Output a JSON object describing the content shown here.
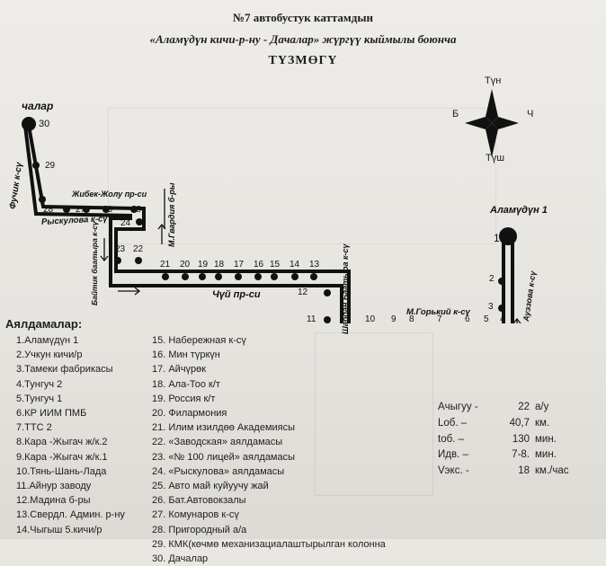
{
  "header": {
    "line1": "№7 автобустук каттамдын",
    "line2_route": "«Аламүдүн кичи-р-ну - Дачалар»",
    "line2_rest": "жүргүү кыймылы боюнча",
    "line3": "ТҮЗМӨГҮ"
  },
  "compass": {
    "north": "Түн",
    "south": "Түш",
    "west": "Б",
    "east": "Ч"
  },
  "map": {
    "terminal_start": "Аламүдүн 1",
    "terminal_end": "чалар",
    "streets": {
      "fuchik": "Фучик к-сү",
      "zhibek": "Жибек-Жолу пр-си",
      "ryskulova": "Рыскулова к-сү",
      "gvardii": "М.Гвардия б-ры",
      "baitik": "Байтик баатыра к-сү",
      "chui": "Чүй пр-си",
      "shabdan": "Шабдан Баатыра к-сү",
      "gorky": "М.Горький к-сү",
      "auezova": "Ауэзова к-сү"
    },
    "stop_numbers": [
      "1",
      "2",
      "3",
      "4",
      "5",
      "6",
      "7",
      "8",
      "9",
      "10",
      "11",
      "12",
      "13",
      "14",
      "15",
      "16",
      "17",
      "18",
      "19",
      "20",
      "21",
      "22",
      "23",
      "24",
      "25",
      "26",
      "27",
      "28",
      "29",
      "30"
    ]
  },
  "stops_title": "Аялдамалар:",
  "stops_col1": [
    "1.Аламүдүн 1",
    "2.Учкун    кичи/р",
    "3.Тамеки фабрикасы",
    "4.Тунгуч 2",
    "5.Тунгуч 1",
    "6.КР ИИМ ПМБ",
    "7.ТТС 2",
    "8.Кара -Жыгач ж/к.2",
    "9.Кара -Жыгач ж/к.1",
    "10.Тянь-Шань-Лада",
    "11.Айнур заводу",
    "12.Мадина б-ры",
    "13.Свердл. Админ. р-ну",
    "14.Чыгыш 5.кичи/р"
  ],
  "stops_col2": [
    "15. Набережная к-сү",
    "16. Мин түркүн",
    "17. Айчүрөк",
    "18. Ала-Тоо к/т",
    "19. Россия к/т",
    "20. Филармония",
    "21. Илим изилдөө Академиясы",
    "22. «Заводская» аялдамасы",
    "23. «№ 100 лицей» аялдамасы",
    "24. «Рыскулова» аялдамасы",
    "25. Авто май куйуучу жай",
    "26. Бат.Автовокзалы",
    "27. Комунаров к-сү",
    "28. Пригородный а/а",
    "29. КМК(көчмө механизациалаштырылган колонна",
    "30. Дачалар"
  ],
  "stats": [
    {
      "key": "Ачыгуу -",
      "value": "22",
      "unit": "а/у"
    },
    {
      "key": "Lоб. –",
      "value": "40,7",
      "unit": "км."
    },
    {
      "key": "tоб. –",
      "value": "130",
      "unit": "мин."
    },
    {
      "key": "Идв. –",
      "value": "7-8.",
      "unit": "мин."
    },
    {
      "key": "Vэкс. -",
      "value": "18",
      "unit": "км./час"
    }
  ]
}
